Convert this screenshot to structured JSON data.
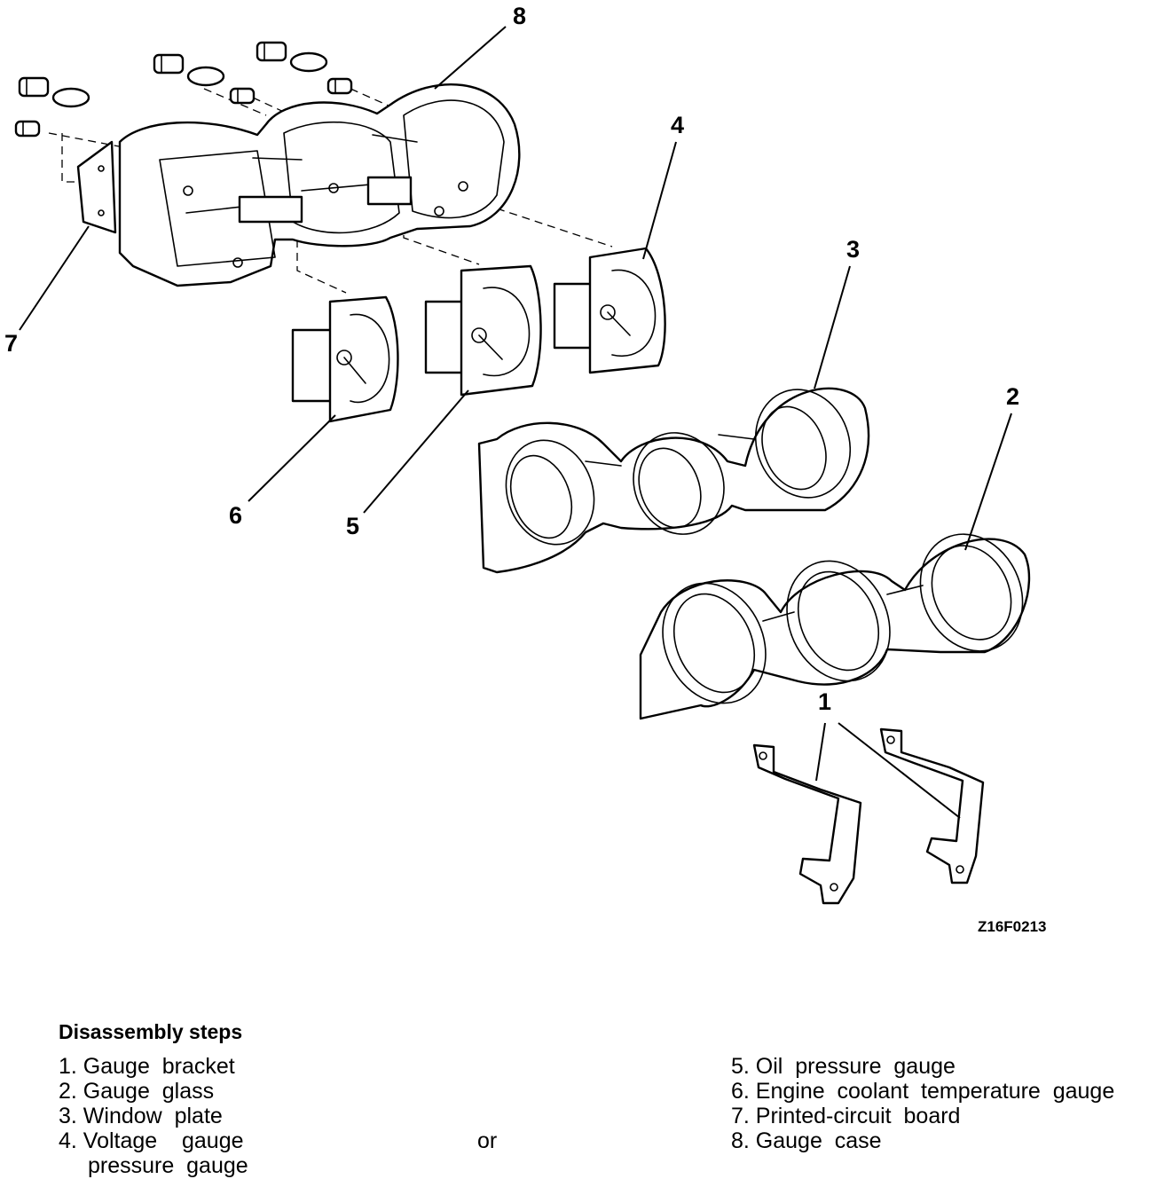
{
  "figure": {
    "code": "Z16F0213",
    "callouts": [
      "1",
      "2",
      "3",
      "4",
      "5",
      "6",
      "7",
      "8"
    ]
  },
  "steps": {
    "title": "Disassembly steps",
    "left": [
      "1. Gauge  bracket",
      "2. Gauge  glass",
      "3. Window  plate",
      "4. Voltage    gauge"
    ],
    "left_cont": "pressure  gauge",
    "or_word": "or",
    "right": [
      "5. Oil  pressure  gauge",
      "6. Engine  coolant  temperature  gauge",
      "7. Printed-circuit  board",
      "8. Gauge  case"
    ]
  }
}
